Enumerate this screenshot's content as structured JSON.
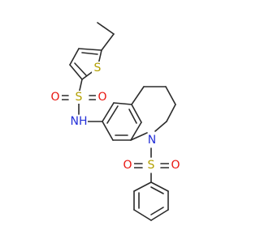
{
  "diagram": {
    "type": "molecule-structure",
    "background_color": "#ffffff",
    "bond_color": "#2b2b2b",
    "atom_colors": {
      "S": "#b3a000",
      "O": "#e8150f",
      "N": "#2430d8"
    },
    "atoms": [
      {
        "id": "s_thiophene",
        "symbol": "S",
        "text": "S"
      },
      {
        "id": "s_sulfonamide",
        "symbol": "S",
        "text": "S"
      },
      {
        "id": "o_left_sulfonamide",
        "symbol": "O",
        "text": "O"
      },
      {
        "id": "o_right_sulfonamide",
        "symbol": "O",
        "text": "O"
      },
      {
        "id": "n_amide",
        "symbol": "N",
        "text": "NH"
      },
      {
        "id": "n_ring",
        "symbol": "N",
        "text": "N"
      },
      {
        "id": "s_sulfonyl",
        "symbol": "S",
        "text": "S"
      },
      {
        "id": "o_left_sulfonyl",
        "symbol": "O",
        "text": "O"
      },
      {
        "id": "o_right_sulfonyl",
        "symbol": "O",
        "text": "O"
      }
    ]
  }
}
